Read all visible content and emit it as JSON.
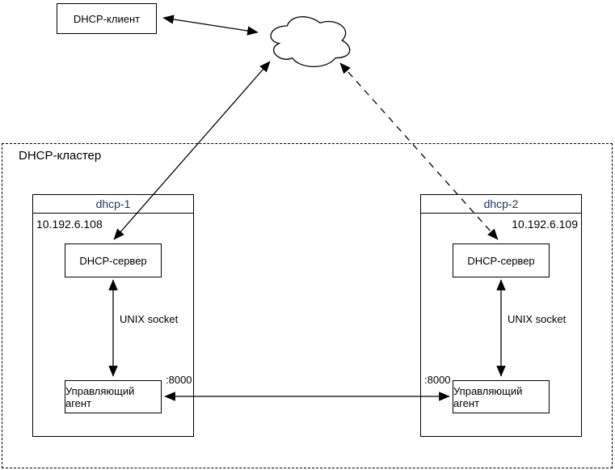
{
  "client": {
    "label": "DHCP-клиент"
  },
  "cloud": {
    "icon": "network-cloud"
  },
  "cluster": {
    "label": "DHCP-кластер",
    "nodes": [
      {
        "title": "dhcp-1",
        "ip": "10.192.6.108",
        "server_label": "DHCP-сервер",
        "socket_label": "UNIX socket",
        "agent_label": "Управляющий агент",
        "port_label": ":8000"
      },
      {
        "title": "dhcp-2",
        "ip": "10.192.6.109",
        "server_label": "DHCP-сервер",
        "socket_label": "UNIX socket",
        "agent_label": "Управляющий агент",
        "port_label": ":8000"
      }
    ]
  },
  "colors": {
    "node_title": "#1f3864",
    "stroke": "#000000",
    "background": "#ffffff"
  }
}
